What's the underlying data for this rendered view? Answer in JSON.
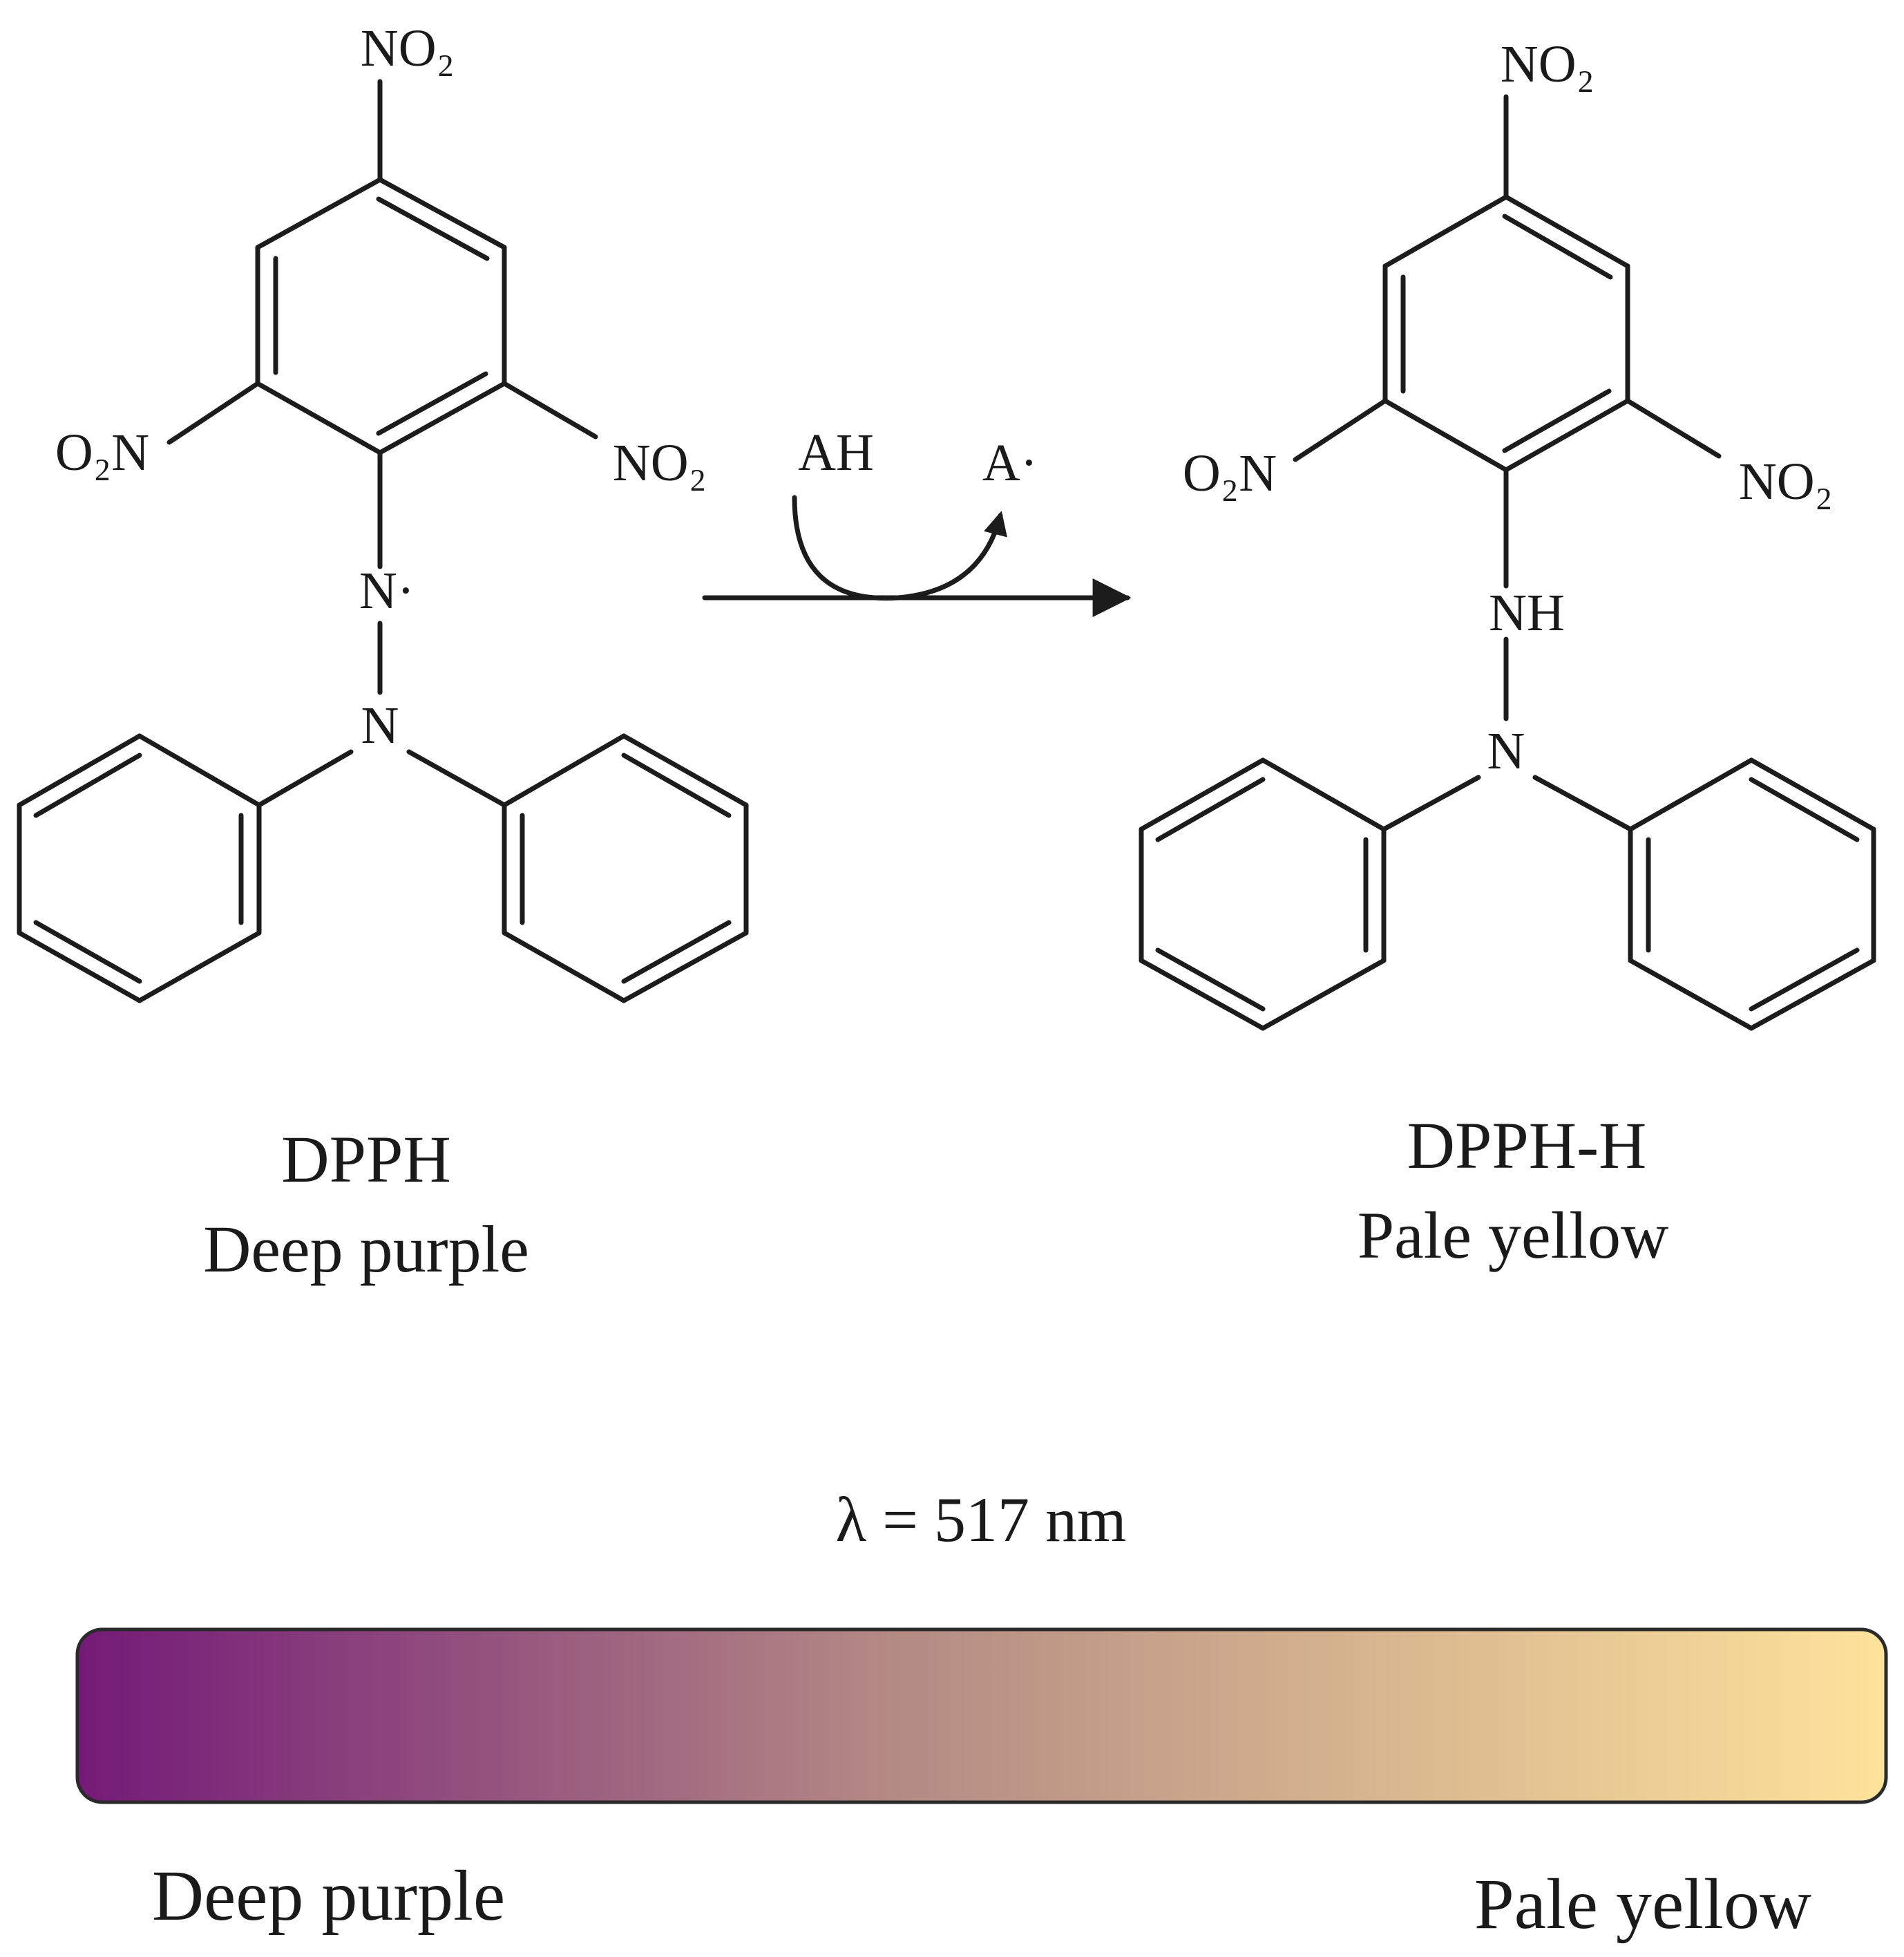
{
  "reactant": {
    "name": "DPPH",
    "color_label": "Deep purple",
    "atoms": {
      "top": "NO₂",
      "left": "O₂N",
      "right": "NO₂",
      "hydrazyl": "N·",
      "amine": "N"
    }
  },
  "product": {
    "name": "DPPH-H",
    "color_label": "Pale yellow",
    "atoms": {
      "top": "NO₂",
      "left": "O₂N",
      "right": "NO₂",
      "hydrazyl": "NH",
      "amine": "N"
    }
  },
  "reaction": {
    "reagent": "AH",
    "byproduct": "A·"
  },
  "wavelength": "λ = 517 nm",
  "color_scale": {
    "start_label": "Deep purple",
    "end_label": "Pale yellow",
    "start_color": "#741a78",
    "mid_color": "#b48a84",
    "end_color": "#fde39b"
  }
}
